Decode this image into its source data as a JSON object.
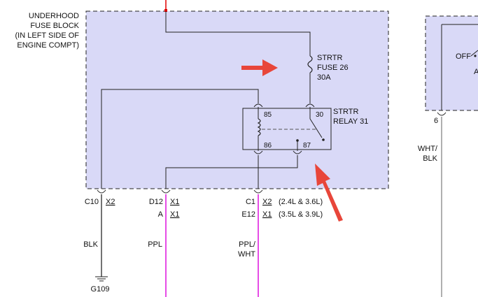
{
  "fuse_block": {
    "label_lines": [
      "UNDERHOOD",
      "FUSE BLOCK",
      "(IN LEFT SIDE OF",
      "ENGINE COMPT)"
    ]
  },
  "fuse": {
    "lines": [
      "STRTR",
      "FUSE 26",
      "30A"
    ]
  },
  "relay": {
    "lines": [
      "STRTR",
      "RELAY 31"
    ],
    "pins": {
      "p85": "85",
      "p86": "86",
      "p30": "30",
      "p87": "87"
    }
  },
  "connectors": {
    "c10": {
      "id": "C10",
      "conn": "X2"
    },
    "d12": {
      "id": "D12",
      "conn": "X1"
    },
    "a": {
      "id": "A",
      "conn": "X1"
    },
    "c1": {
      "id": "C1",
      "conn": "X2",
      "note": "(2.4L & 3.6L)"
    },
    "e12": {
      "id": "E12",
      "conn": "X1",
      "note": "(3.5L & 3.9L)"
    }
  },
  "wires": {
    "blk": "BLK",
    "ppl": "PPL",
    "ppl_wht": [
      "PPL/",
      "WHT"
    ],
    "wht_blk": [
      "WHT/",
      "BLK"
    ]
  },
  "ground": {
    "label": "G109"
  },
  "switch_panel": {
    "off_label": "OFF",
    "a_label": "A",
    "pin": "6"
  },
  "colors": {
    "box_fill": "#d9d9f7",
    "wire_ppl": "#e020e0",
    "wire_gray": "#b0b0b0",
    "wire_red": "#e00000",
    "arrow": "#e8463a"
  }
}
